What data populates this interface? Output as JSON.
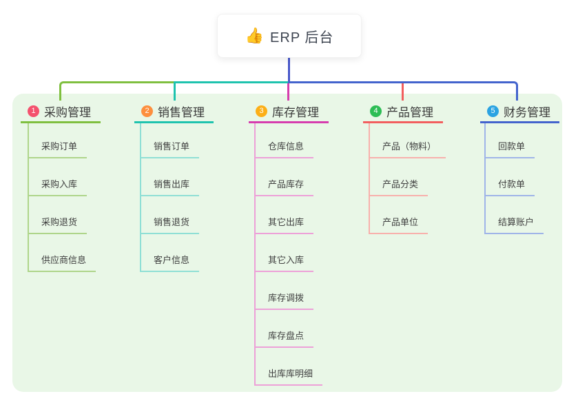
{
  "root": {
    "icon": "👍",
    "label": "ERP 后台"
  },
  "branches": [
    {
      "number": "1",
      "title": "采购管理",
      "badge_color": "#f4526e",
      "line_color": "#7fbf3f",
      "children": [
        "采购订单",
        "采购入库",
        "采购退货",
        "供应商信息"
      ]
    },
    {
      "number": "2",
      "title": "销售管理",
      "badge_color": "#fd8f3e",
      "line_color": "#1ec3ae",
      "children": [
        "销售订单",
        "销售出库",
        "销售退货",
        "客户信息"
      ]
    },
    {
      "number": "3",
      "title": "库存管理",
      "badge_color": "#fcaf17",
      "line_color": "#d63cae",
      "children": [
        "仓库信息",
        "产品库存",
        "其它出库",
        "其它入库",
        "库存调拨",
        "库存盘点",
        "出库库明细"
      ]
    },
    {
      "number": "4",
      "title": "产品管理",
      "badge_color": "#2dbd55",
      "line_color": "#f25e5e",
      "children": [
        "产品（物料）",
        "产品分类",
        "产品单位"
      ]
    },
    {
      "number": "5",
      "title": "财务管理",
      "badge_color": "#2ba3e2",
      "line_color": "#4363cd",
      "children": [
        "回款单",
        "付款单",
        "结算账户"
      ]
    }
  ],
  "colors": {
    "panel_background": "#e9f7e7",
    "root_stem": "#4656c9",
    "text": "#3f3f3f"
  }
}
